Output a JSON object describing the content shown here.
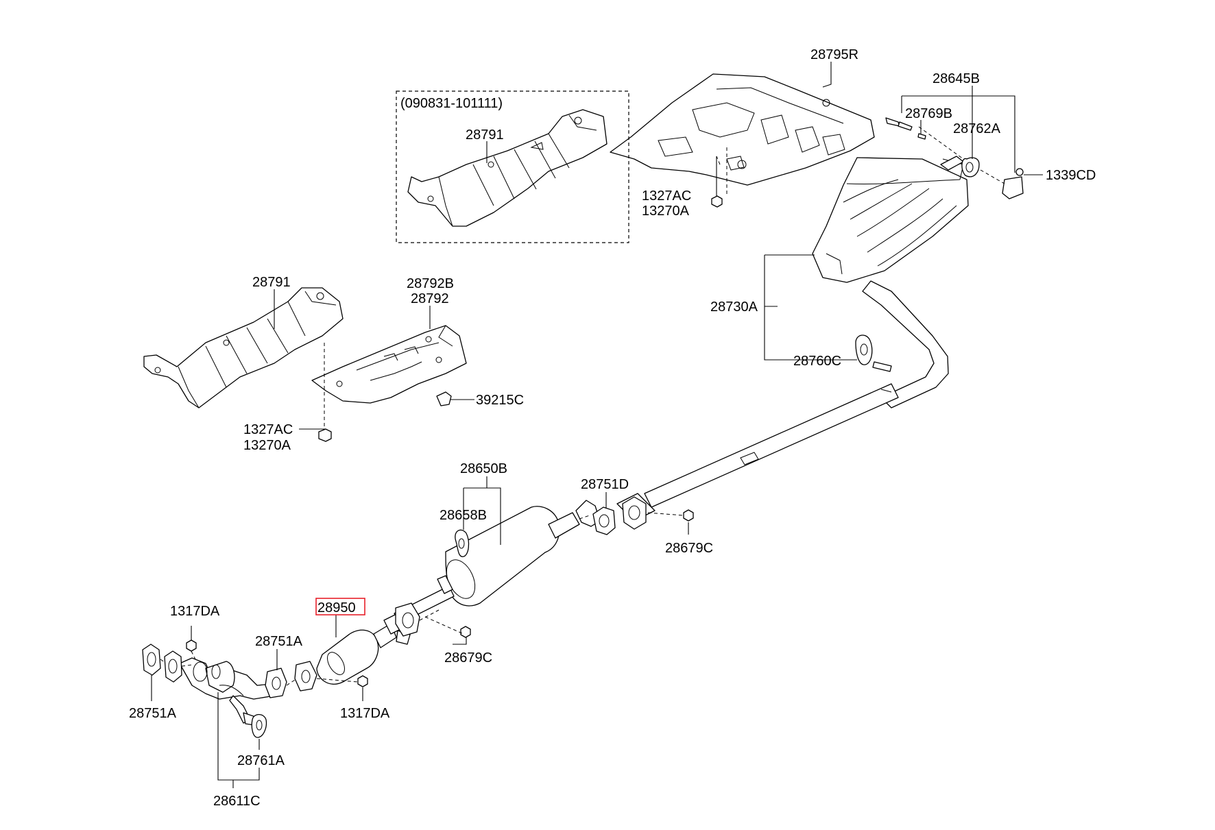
{
  "labels": {
    "p28795R": "28795R",
    "p28645B": "28645B",
    "p28769B": "28769B",
    "p28762A": "28762A",
    "p1339CD": "1339CD",
    "p1327AC_top": "1327AC",
    "p13270A_top": "13270A",
    "date_range": "(090831-101111)",
    "p28791_frame": "28791",
    "p28791": "28791",
    "p28792B": "28792B",
    "p28792": "28792",
    "p39215C": "39215C",
    "p1327AC_mid": "1327AC",
    "p13270A_mid": "13270A",
    "p28730A": "28730A",
    "p28760C": "28760C",
    "p28650B": "28650B",
    "p28658B": "28658B",
    "p28751D": "28751D",
    "p28679C_right": "28679C",
    "p1317DA_left": "1317DA",
    "p28950": "28950",
    "p28751A_mid": "28751A",
    "p28679C_left": "28679C",
    "p28751A_left": "28751A",
    "p1317DA_bottom": "1317DA",
    "p28761A": "28761A",
    "p28611C": "28611C"
  },
  "highlight_color": "#e8202a"
}
